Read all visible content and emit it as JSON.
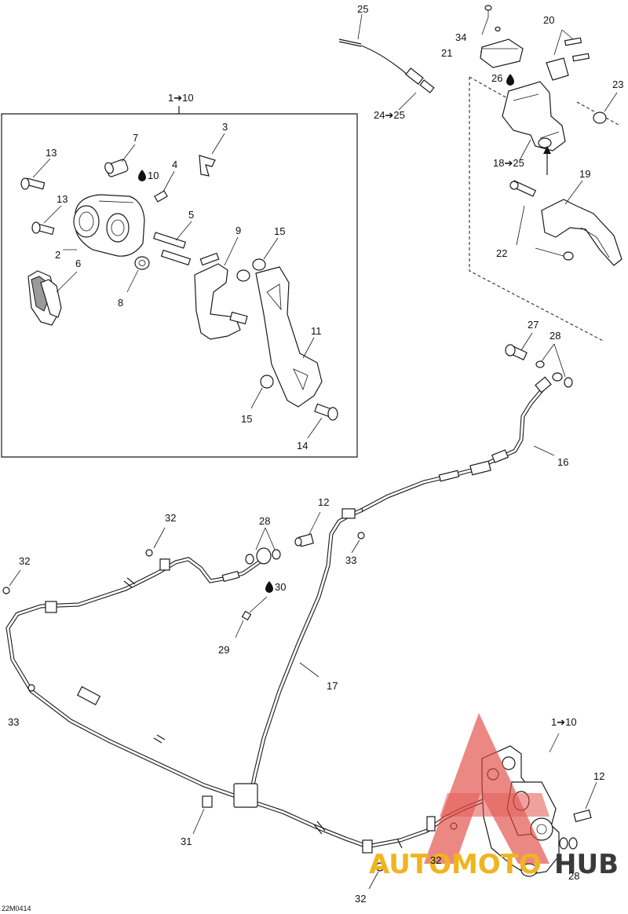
{
  "diagram_code": "22M0414",
  "watermark": {
    "text_a": "AUTOMOTO",
    "text_b": "HUB",
    "color_red": "#e0463f",
    "color_gold": "#f0b41e",
    "color_dark": "#3a3a3a"
  },
  "callouts": {
    "c1_10_top": "1➔10",
    "c1_10_bottom": "1➔10",
    "c2": "2",
    "c3": "3",
    "c4": "4",
    "c5": "5",
    "c6": "6",
    "c7": "7",
    "c8": "8",
    "c9": "9",
    "c10": "10",
    "c11": "11",
    "c12_top": "12",
    "c12_bottom": "12",
    "c13_a": "13",
    "c13_b": "13",
    "c14": "14",
    "c15_a": "15",
    "c15_b": "15",
    "c16": "16",
    "c17": "17",
    "c18_25": "18➔25",
    "c19": "19",
    "c20": "20",
    "c21": "21",
    "c22": "22",
    "c23": "23",
    "c24_25": "24➔25",
    "c25": "25",
    "c26": "26",
    "c27": "27",
    "c28_a": "28",
    "c28_b": "28",
    "c28_c": "28",
    "c29": "29",
    "c30": "30",
    "c31": "31",
    "c32_a": "32",
    "c32_b": "32",
    "c32_c": "32",
    "c32_d": "32",
    "c33_a": "33",
    "c33_b": "33",
    "c34": "34"
  }
}
